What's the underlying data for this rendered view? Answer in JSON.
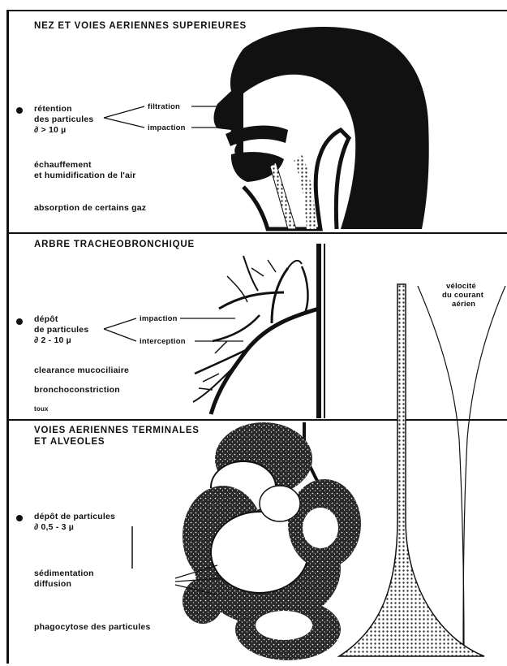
{
  "sections": {
    "nose": {
      "heading": "NEZ ET VOIES AERIENNES SUPERIEURES",
      "bullet_line1": "rétention",
      "bullet_line2": "des particules",
      "bullet_line3": "∂ > 10 µ",
      "mechanism1": "filtration",
      "mechanism2": "impaction",
      "note1_line1": "échauffement",
      "note1_line2": "et humidification de l'air",
      "note2": "absorption de certains gaz"
    },
    "bronchial": {
      "heading": "ARBRE TRACHEOBRONCHIQUE",
      "bullet_line1": "dépôt",
      "bullet_line2": "de particules",
      "bullet_line3": "∂ 2 - 10 µ",
      "mechanism1": "impaction",
      "mechanism2": "interception",
      "note1": "clearance mucociliaire",
      "note2": "bronchoconstriction",
      "note3": "toux"
    },
    "alveolar": {
      "heading_line1": "VOIES AERIENNES TERMINALES",
      "heading_line2": "ET ALVEOLES",
      "bullet_line1": "dépôt de particules",
      "bullet_line2": "∂ 0,5 - 3 µ",
      "mechanism1": "sédimentation",
      "mechanism2": "diffusion",
      "note1": "phagocytose des particules"
    }
  },
  "velocity_label": {
    "line1": "vélocité",
    "line2": "du courant",
    "line3": "aérien"
  },
  "colors": {
    "ink": "#111111",
    "paper": "#ffffff"
  }
}
